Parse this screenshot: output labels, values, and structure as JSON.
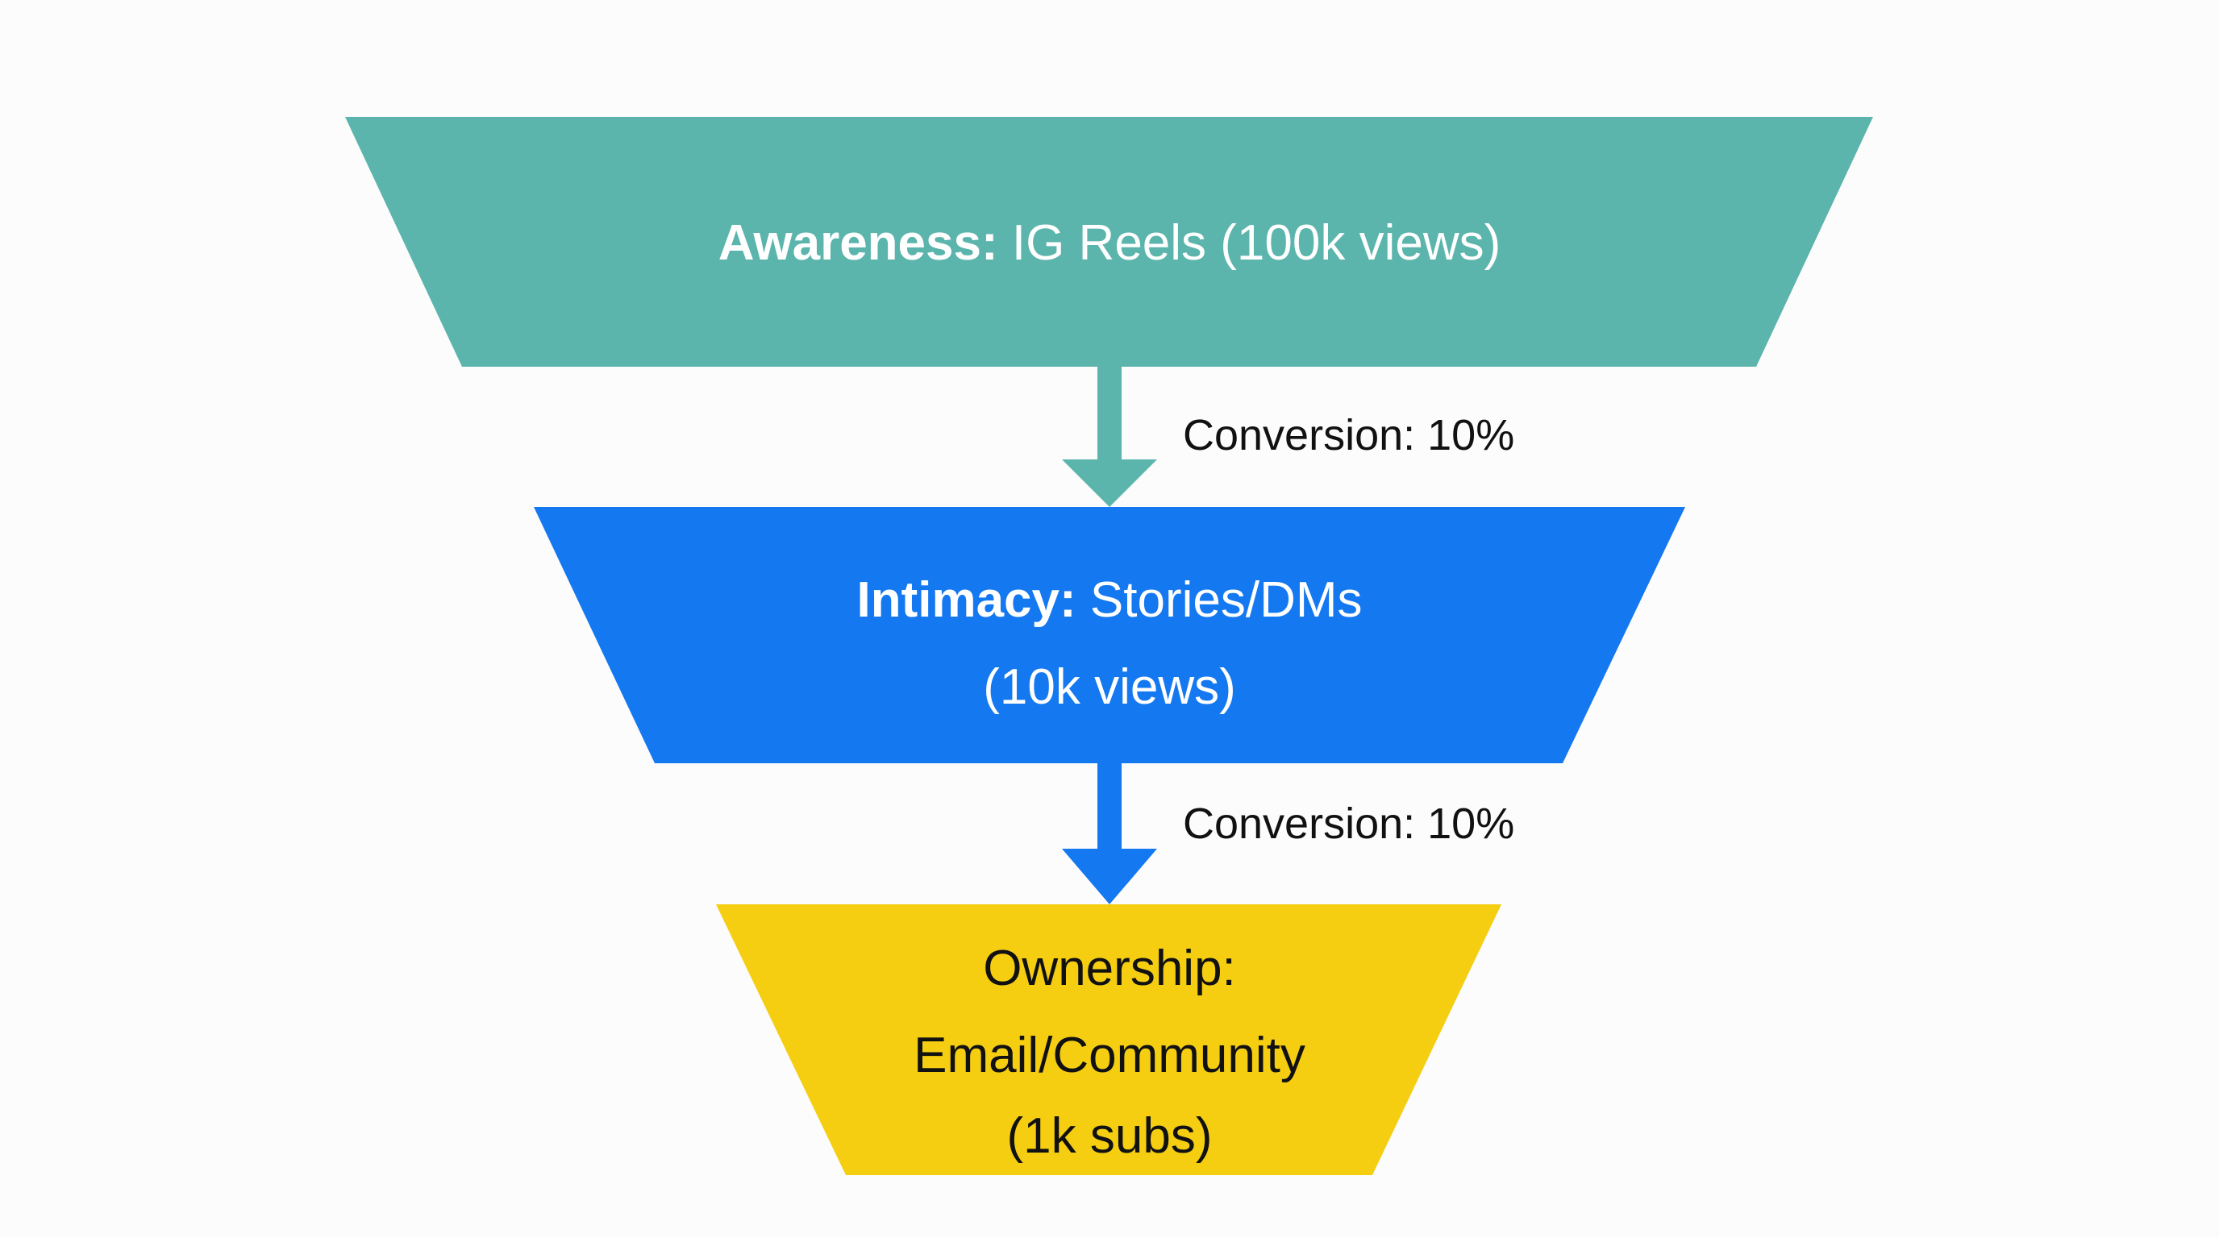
{
  "diagram": {
    "type": "funnel",
    "title": "",
    "background_color": "#fcfcfc",
    "stages": [
      {
        "id": "awareness",
        "lead": "Awareness:",
        "detail": " IG Reels (100k views)",
        "lines": [
          "Awareness: IG Reels (100k views)"
        ],
        "line1_lead": "Awareness:",
        "line1_rest": " IG Reels (100k views)",
        "channel": "IG Reels",
        "metric_value": "100k",
        "metric_unit": "views",
        "fill_color": "#5bb5ac",
        "text_color": "#ffffff"
      },
      {
        "id": "intimacy",
        "lead": "Intimacy:",
        "detail": " Stories/DMs",
        "lines": [
          "Intimacy: Stories/DMs",
          "(10k views)"
        ],
        "line1_lead": "Intimacy:",
        "line1_rest": " Stories/DMs",
        "line2": "(10k views)",
        "channel": "Stories/DMs",
        "metric_value": "10k",
        "metric_unit": "views",
        "fill_color": "#1478f0",
        "text_color": "#ffffff"
      },
      {
        "id": "ownership",
        "lead": "Ownership:",
        "detail": "Email/Community",
        "lines": [
          "Ownership:",
          "Email/Community",
          "(1k subs)"
        ],
        "line1_lead": "Ownership:",
        "line2": "Email/Community",
        "line3": "(1k subs)",
        "channel": "Email/Community",
        "metric_value": "1k",
        "metric_unit": "subs",
        "fill_color": "#f5ce11",
        "text_color": "#111111"
      }
    ],
    "connectors": [
      {
        "id": "awareness-to-intimacy",
        "label": "Conversion: 10%",
        "rate": "10%",
        "arrow_color": "#5bb5ac",
        "label_color": "#111111"
      },
      {
        "id": "intimacy-to-ownership",
        "label": "Conversion: 10%",
        "rate": "10%",
        "arrow_color": "#1478f0",
        "label_color": "#111111"
      }
    ]
  }
}
